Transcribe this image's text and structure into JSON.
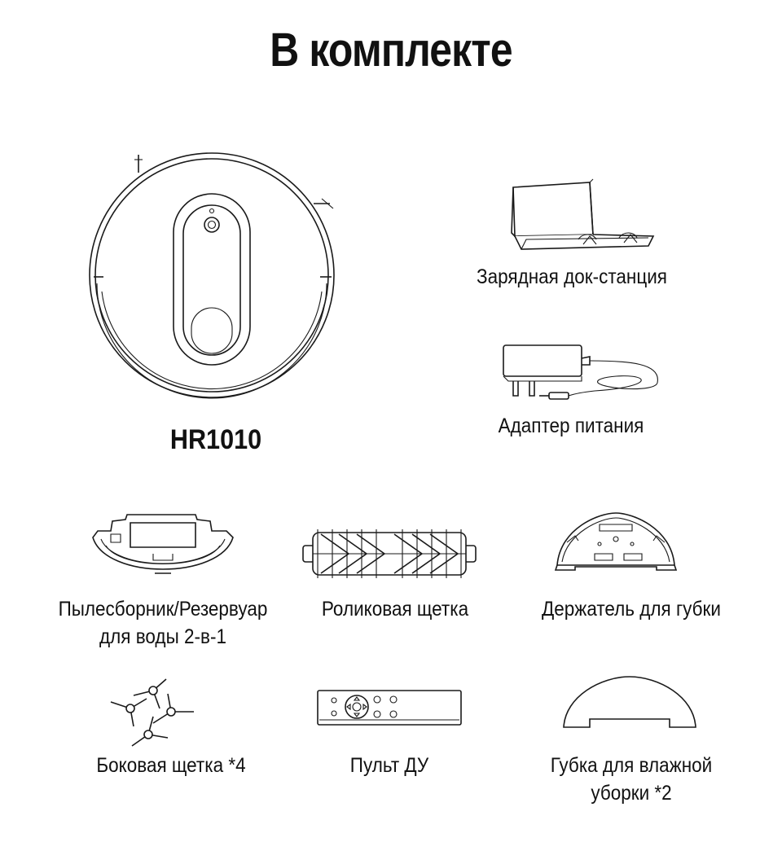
{
  "page": {
    "title": "В комплекте"
  },
  "items": {
    "robot": {
      "label": "HR1010",
      "icon": "robot-vacuum-icon"
    },
    "dock": {
      "label": "Зарядная док-станция",
      "icon": "charging-dock-icon"
    },
    "adapter": {
      "label": "Адаптер питания",
      "icon": "power-adapter-icon"
    },
    "dustbin": {
      "label_line1": "Пылесборник/Резервуар",
      "label_line2": "для воды 2-в-1",
      "icon": "dustbin-tank-icon"
    },
    "roller_brush": {
      "label": "Роликовая щетка",
      "icon": "roller-brush-icon"
    },
    "mop_holder": {
      "label": "Держатель для губки",
      "icon": "mop-holder-icon"
    },
    "side_brush": {
      "label": "Боковая щетка *4",
      "icon": "side-brush-icon"
    },
    "remote": {
      "label": "Пульт ДУ",
      "icon": "remote-control-icon"
    },
    "sponge": {
      "label_line1": "Губка для влажной",
      "label_line2": "уборки *2",
      "icon": "mop-sponge-icon"
    }
  }
}
